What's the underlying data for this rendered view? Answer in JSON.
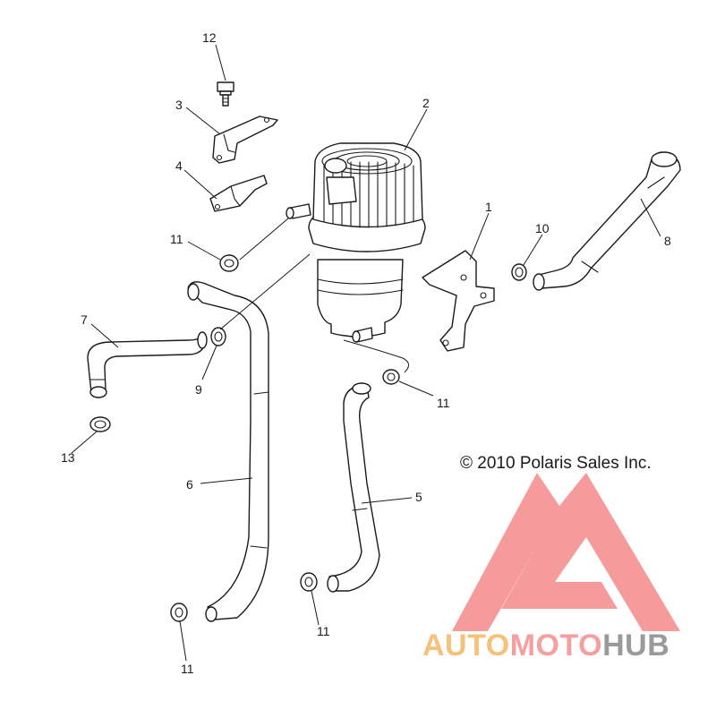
{
  "copyright": "© 2010 Polaris Sales Inc.",
  "callouts": [
    "12",
    "3",
    "2",
    "4",
    "11",
    "1",
    "10",
    "8",
    "7",
    "9",
    "11",
    "13",
    "6",
    "5",
    "11",
    "11"
  ],
  "watermark": {
    "segments": [
      "AUTO",
      "MOTO",
      "HUB"
    ],
    "colors": [
      "#f6c27a",
      "#f4a0a0",
      "#9a9a9a"
    ],
    "logo_color": "#f38a8a"
  }
}
